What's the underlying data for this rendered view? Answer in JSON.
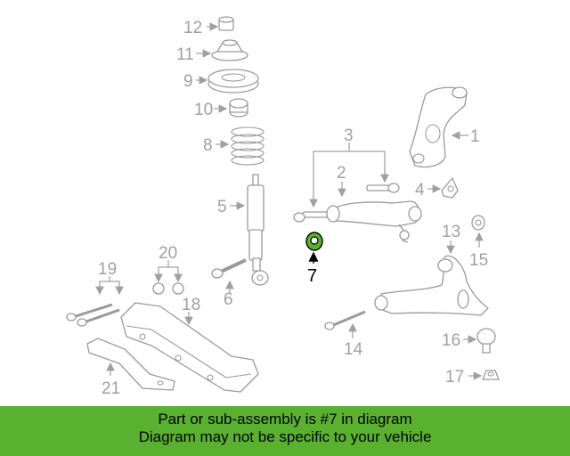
{
  "labels": {
    "p1": "1",
    "p2": "2",
    "p3": "3",
    "p4": "4",
    "p5": "5",
    "p6": "6",
    "p7": "7",
    "p8": "8",
    "p9": "9",
    "p10": "10",
    "p11": "11",
    "p12": "12",
    "p13": "13",
    "p14": "14",
    "p15": "15",
    "p16": "16",
    "p17": "17",
    "p18": "18",
    "p19": "19",
    "p20": "20",
    "p21": "21"
  },
  "highlight_color": "#5ab130",
  "banner": {
    "line1": "Part or sub-assembly is #7 in diagram",
    "line2": "Diagram may not be specific to your vehicle"
  }
}
